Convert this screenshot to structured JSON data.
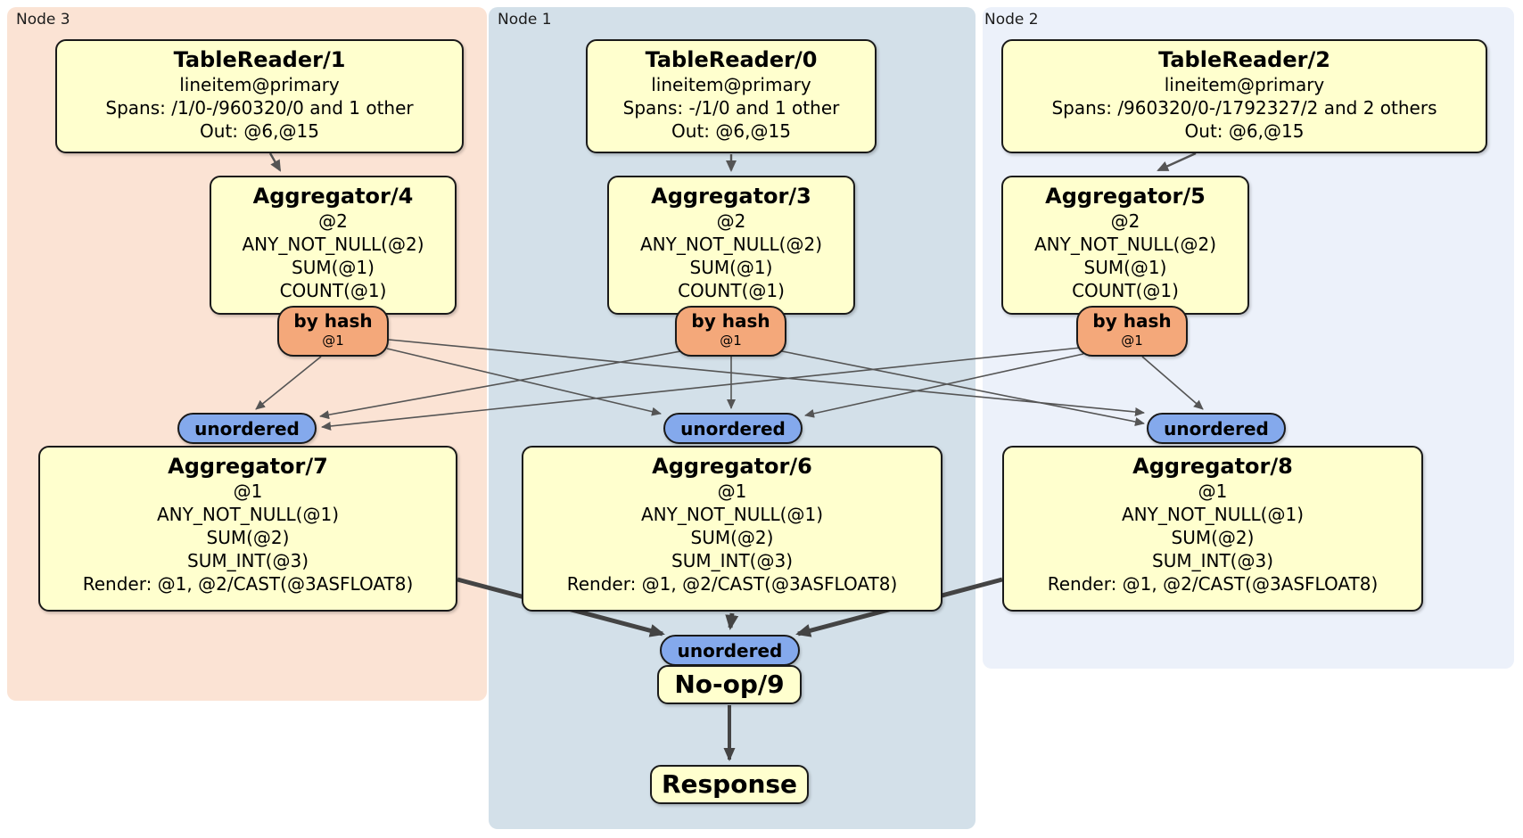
{
  "colors": {
    "node3_bg": "#FBE3D4",
    "node1_bg": "#D3E0E9",
    "node2_bg": "#ECF1FA",
    "box_bg": "#FFFFCE",
    "router_bg": "#F4A87A",
    "sync_bg": "#84A9EC",
    "border": "#1A1A1A",
    "edge": "#555555",
    "edge_thick": "#444444"
  },
  "nodes": [
    {
      "region_label": "Node 3",
      "table_reader": {
        "title": "TableReader/1",
        "subtitle": "lineitem@primary",
        "spans": "Spans: /1/0-/960320/0 and 1 other",
        "out": "Out: @6,@15"
      },
      "aggregator_top": {
        "title": "Aggregator/4",
        "group": "@2",
        "fns": [
          "ANY_NOT_NULL(@2)",
          "SUM(@1)",
          "COUNT(@1)"
        ]
      },
      "router": {
        "label": "by hash",
        "arg": "@1"
      },
      "stream_sync": "unordered",
      "aggregator_bottom": {
        "title": "Aggregator/7",
        "group": "@1",
        "fns": [
          "ANY_NOT_NULL(@1)",
          "SUM(@2)",
          "SUM_INT(@3)"
        ],
        "render": "Render: @1, @2/CAST(@3ASFLOAT8)"
      }
    },
    {
      "region_label": "Node 1",
      "table_reader": {
        "title": "TableReader/0",
        "subtitle": "lineitem@primary",
        "spans": "Spans: -/1/0 and 1 other",
        "out": "Out: @6,@15"
      },
      "aggregator_top": {
        "title": "Aggregator/3",
        "group": "@2",
        "fns": [
          "ANY_NOT_NULL(@2)",
          "SUM(@1)",
          "COUNT(@1)"
        ]
      },
      "router": {
        "label": "by hash",
        "arg": "@1"
      },
      "stream_sync": "unordered",
      "aggregator_bottom": {
        "title": "Aggregator/6",
        "group": "@1",
        "fns": [
          "ANY_NOT_NULL(@1)",
          "SUM(@2)",
          "SUM_INT(@3)"
        ],
        "render": "Render: @1, @2/CAST(@3ASFLOAT8)"
      }
    },
    {
      "region_label": "Node 2",
      "table_reader": {
        "title": "TableReader/2",
        "subtitle": "lineitem@primary",
        "spans": "Spans: /960320/0-/1792327/2 and 2 others",
        "out": "Out: @6,@15"
      },
      "aggregator_top": {
        "title": "Aggregator/5",
        "group": "@2",
        "fns": [
          "ANY_NOT_NULL(@2)",
          "SUM(@1)",
          "COUNT(@1)"
        ]
      },
      "router": {
        "label": "by hash",
        "arg": "@1"
      },
      "stream_sync": "unordered",
      "aggregator_bottom": {
        "title": "Aggregator/8",
        "group": "@1",
        "fns": [
          "ANY_NOT_NULL(@1)",
          "SUM(@2)",
          "SUM_INT(@3)"
        ],
        "render": "Render: @1, @2/CAST(@3ASFLOAT8)"
      }
    }
  ],
  "output": {
    "sync": "unordered",
    "noop": "No-op/9",
    "response": "Response"
  }
}
